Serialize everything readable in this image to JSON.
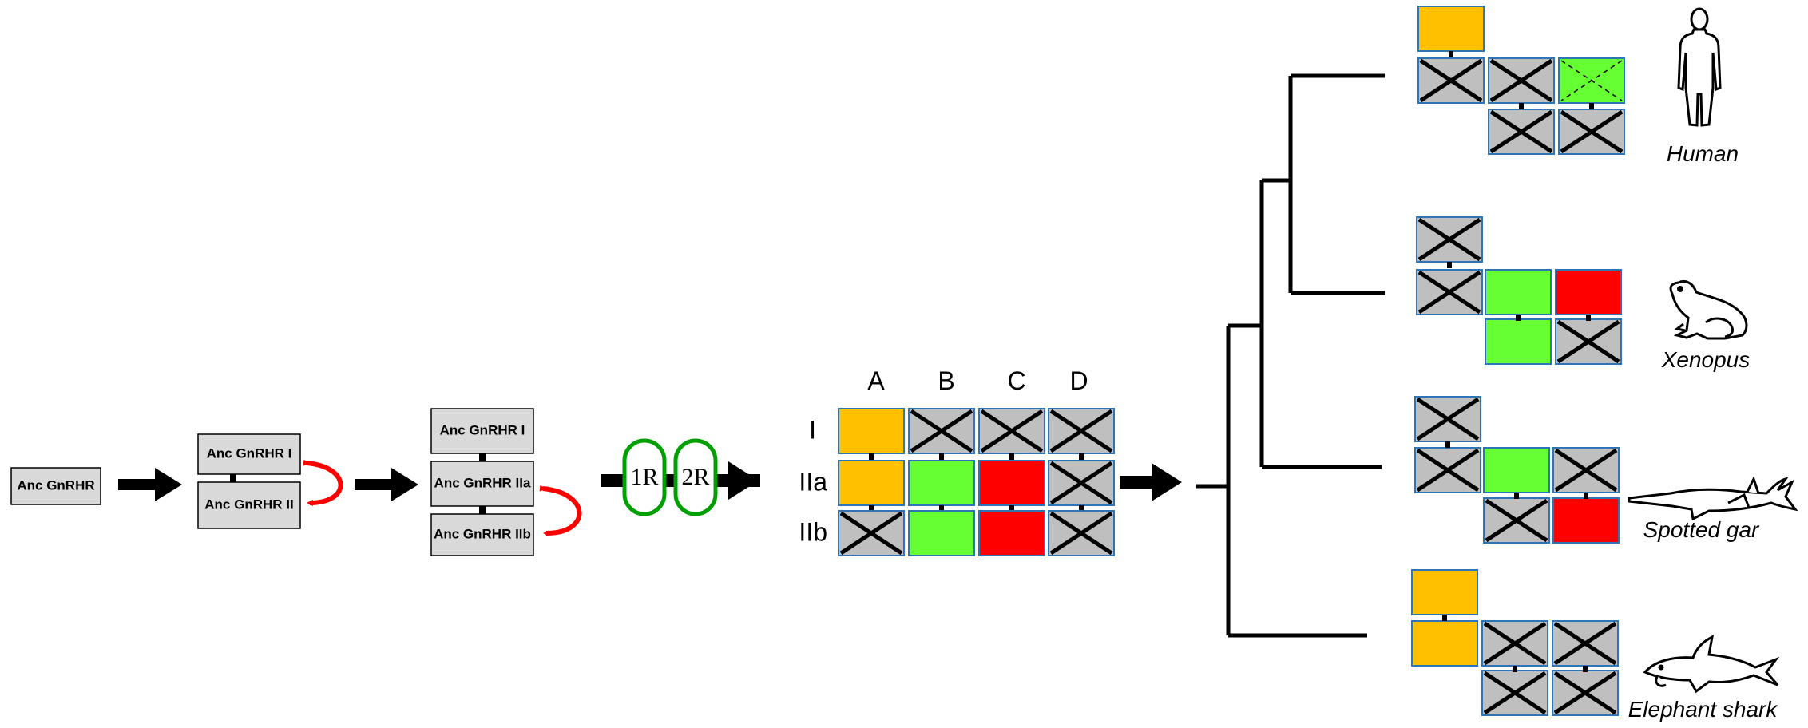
{
  "ancestral": {
    "single": "Anc GnRHR",
    "stage2": [
      "Anc GnRHR I",
      "Anc GnRHR II"
    ],
    "stage3": [
      "Anc GnRHR I",
      "Anc GnRHR IIa",
      "Anc GnRHR IIb"
    ]
  },
  "wgd": {
    "round1": "1R",
    "round2": "2R"
  },
  "matrix": {
    "columns": [
      "A",
      "B",
      "C",
      "D"
    ],
    "rows": [
      {
        "label": "I",
        "cells": [
          "orange",
          "lost",
          "lost",
          "lost"
        ]
      },
      {
        "label": "IIa",
        "cells": [
          "orange",
          "green",
          "red",
          "lost"
        ]
      },
      {
        "label": "IIb",
        "cells": [
          "lost",
          "green",
          "red",
          "lost"
        ]
      }
    ]
  },
  "species": [
    {
      "name": "Human",
      "icon": "human-silhouette-icon",
      "cells": [
        {
          "row": 0,
          "col": 0,
          "state": "orange"
        },
        {
          "row": 1,
          "col": 0,
          "state": "lost"
        },
        {
          "row": 1,
          "col": 1,
          "state": "lost"
        },
        {
          "row": 1,
          "col": 2,
          "state": "green-pseudo"
        },
        {
          "row": 2,
          "col": 1,
          "state": "lost"
        },
        {
          "row": 2,
          "col": 2,
          "state": "lost"
        }
      ]
    },
    {
      "name": "Xenopus",
      "icon": "frog-icon",
      "cells": [
        {
          "row": 0,
          "col": 0,
          "state": "lost"
        },
        {
          "row": 1,
          "col": 0,
          "state": "lost"
        },
        {
          "row": 1,
          "col": 1,
          "state": "green"
        },
        {
          "row": 1,
          "col": 2,
          "state": "red"
        },
        {
          "row": 2,
          "col": 1,
          "state": "green"
        },
        {
          "row": 2,
          "col": 2,
          "state": "lost"
        }
      ]
    },
    {
      "name": "Spotted gar",
      "icon": "gar-fish-icon",
      "cells": [
        {
          "row": 0,
          "col": 0,
          "state": "lost"
        },
        {
          "row": 1,
          "col": 0,
          "state": "lost"
        },
        {
          "row": 1,
          "col": 1,
          "state": "green"
        },
        {
          "row": 1,
          "col": 2,
          "state": "lost"
        },
        {
          "row": 2,
          "col": 1,
          "state": "lost"
        },
        {
          "row": 2,
          "col": 2,
          "state": "red"
        }
      ]
    },
    {
      "name": "Elephant shark",
      "icon": "shark-icon",
      "cells": [
        {
          "row": 0,
          "col": 0,
          "state": "orange"
        },
        {
          "row": 1,
          "col": 0,
          "state": "orange"
        },
        {
          "row": 1,
          "col": 1,
          "state": "lost"
        },
        {
          "row": 1,
          "col": 2,
          "state": "lost"
        },
        {
          "row": 2,
          "col": 1,
          "state": "lost"
        },
        {
          "row": 2,
          "col": 2,
          "state": "lost"
        }
      ]
    }
  ],
  "colors": {
    "orange": "#FFC000",
    "green": "#66FF33",
    "red": "#FF0000",
    "lost": "#BFBFBF",
    "box_fill": "#D9D9D9",
    "cell_border": "#2E75B6",
    "wgd_ring": "#00A000",
    "curved_arrow": "#FF0000",
    "line": "#000000"
  }
}
